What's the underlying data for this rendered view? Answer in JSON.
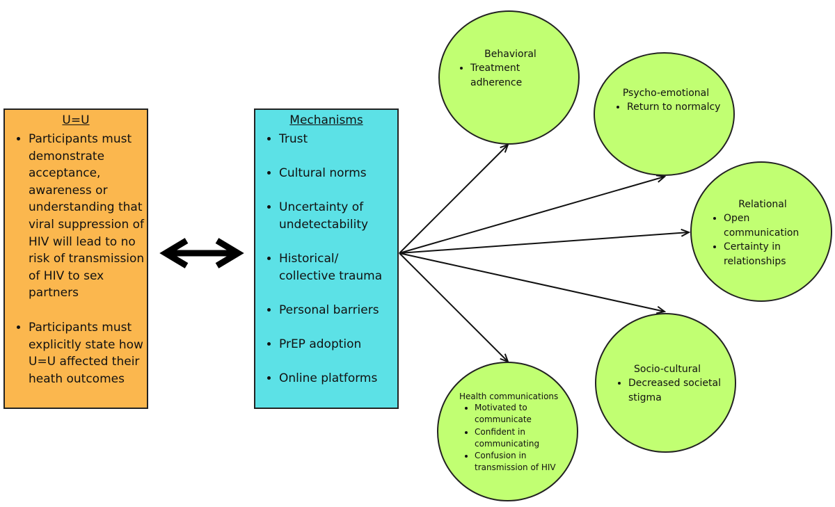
{
  "uu_box": {
    "title": "U=U",
    "items": [
      "Participants must demonstrate acceptance, awareness or understanding that viral suppression of HIV will lead to no risk of transmission of HIV to sex partners",
      "Participants must explicitly state how U=U affected their heath outcomes"
    ],
    "color": "#fbb74e"
  },
  "mechanisms_box": {
    "title": "Mechanisms",
    "items": [
      "Trust",
      "Cultural norms",
      "Uncertainty of undetectability",
      "Historical/ collective trauma",
      "Personal barriers",
      "PrEP adoption",
      "Online platforms"
    ],
    "color": "#5ce1e6"
  },
  "outcomes": {
    "behavioral": {
      "title": "Behavioral",
      "items": [
        "Treatment adherence"
      ]
    },
    "psycho_emotional": {
      "title": "Psycho-emotional",
      "items": [
        "Return to normalcy"
      ]
    },
    "relational": {
      "title": "Relational",
      "items": [
        "Open communication",
        "Certainty in relationships"
      ]
    },
    "socio_cultural": {
      "title": "Socio-cultural",
      "items": [
        "Decreased societal stigma"
      ]
    },
    "health_communications": {
      "title": "Health communications",
      "items": [
        "Motivated to communicate",
        "Confident in communicating",
        "Confusion in transmission of HIV"
      ]
    }
  },
  "circle_color": "#c1ff72",
  "icons": {
    "connector": "double-headed-arrow-icon"
  }
}
